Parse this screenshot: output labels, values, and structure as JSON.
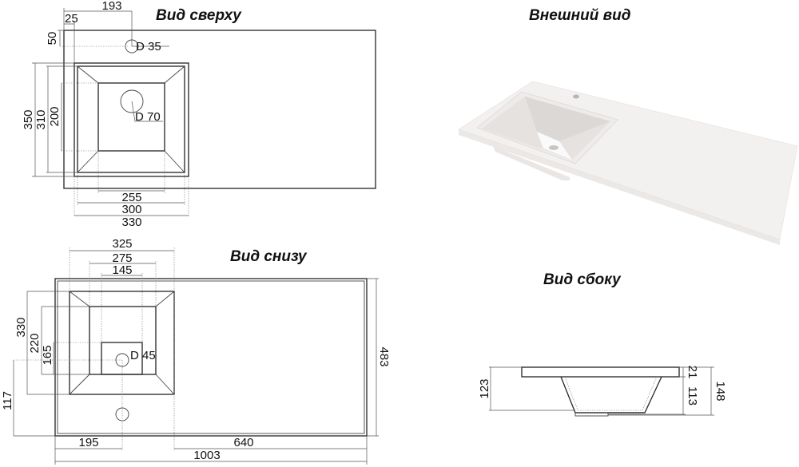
{
  "titles": {
    "top_view": "Вид сверху",
    "external_view": "Внешний вид",
    "bottom_view": "Вид снизу",
    "side_view": "Вид сбоку"
  },
  "top_view": {
    "dims": {
      "d193": "193",
      "d25": "25",
      "d50": "50",
      "d35": "D 35",
      "d70": "D 70",
      "d350": "350",
      "d310": "310",
      "d200": "200",
      "d255": "255",
      "d300": "300",
      "d330": "330"
    }
  },
  "bottom_view": {
    "dims": {
      "d325": "325",
      "d275": "275",
      "d145": "145",
      "d330": "330",
      "d220": "220",
      "d165": "165",
      "d117": "117",
      "d45": "D 45",
      "d483": "483",
      "d195": "195",
      "d640": "640",
      "d1003": "1003"
    }
  },
  "side_view": {
    "dims": {
      "d123": "123",
      "d21": "21",
      "d113": "113",
      "d148": "148"
    }
  }
}
